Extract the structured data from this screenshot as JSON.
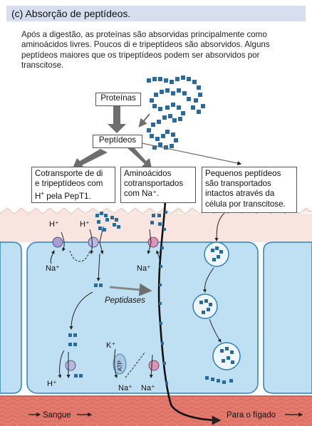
{
  "header": {
    "title": "(c) Absorção de peptídeos."
  },
  "intro": {
    "line1": "Após a digestão, as proteínas são absorvidas principalmente como",
    "line2": "aminoácidos livres. Poucos di e tripeptídeos são absorvidos. Alguns",
    "line3": "peptídeos maiores que os tripeptídeos podem ser absorvidos por",
    "line4": "transcitose."
  },
  "flow": {
    "proteins": "Proteínas",
    "peptides": "Peptídeos"
  },
  "boxes": {
    "pept1": {
      "line1": "Cotransporte de di",
      "line2": "e tripeptídeos com",
      "line3a": "H",
      "line3sup": "+",
      "line3b": " pela PepT1."
    },
    "amino": {
      "line1": "Aminoácidos",
      "line2": "cotransportados",
      "line3": "com Na⁺."
    },
    "transcytosis": {
      "line1": "Pequenos peptídeos",
      "line2": "são transportados",
      "line3": "intactos através da",
      "line4": "célula por transcitose."
    }
  },
  "ions": {
    "h_plus_left": "H⁺",
    "h_plus_mid": "H⁺",
    "na_left": "Na⁺",
    "na_mid": "Na⁺",
    "k_plus": "K⁺",
    "atp": "ATP",
    "h_plus_bottom": "H⁺",
    "na_bottom1": "Na⁺",
    "na_bottom2": "Na⁺"
  },
  "labels": {
    "peptidases": "Peptidases",
    "blood": "Sangue",
    "to_liver": "Para o fígado"
  },
  "colors": {
    "cell": "#bfe0f2",
    "cell_stroke": "#2f82b5",
    "lumen": "#f9e5df",
    "pepT1_carrier": "#a79cd3",
    "na_carrier": "#d897b8",
    "peptide": "#2b6a9c",
    "blood": "#e37a6e"
  }
}
